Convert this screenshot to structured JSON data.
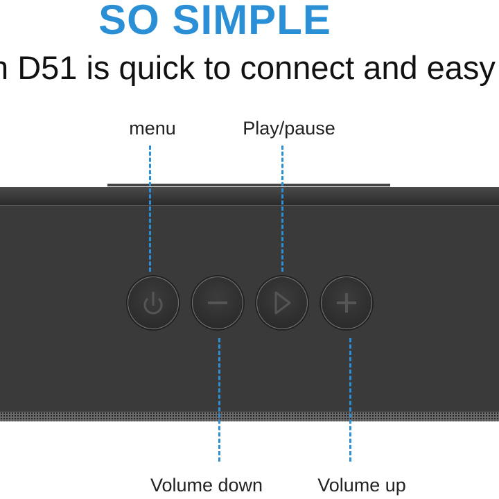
{
  "headline": "SO SIMPLE",
  "subtitle": "n D51 is quick to connect and easy",
  "labels": {
    "menu": "menu",
    "play_pause": "Play/pause",
    "volume_down": "Volume down",
    "volume_up": "Volume up"
  },
  "colors": {
    "accent": "#2b8fd6",
    "speaker": "#3a3a3a"
  },
  "buttons": [
    {
      "icon": "power-icon"
    },
    {
      "icon": "minus-icon"
    },
    {
      "icon": "play-icon"
    },
    {
      "icon": "plus-icon"
    }
  ]
}
